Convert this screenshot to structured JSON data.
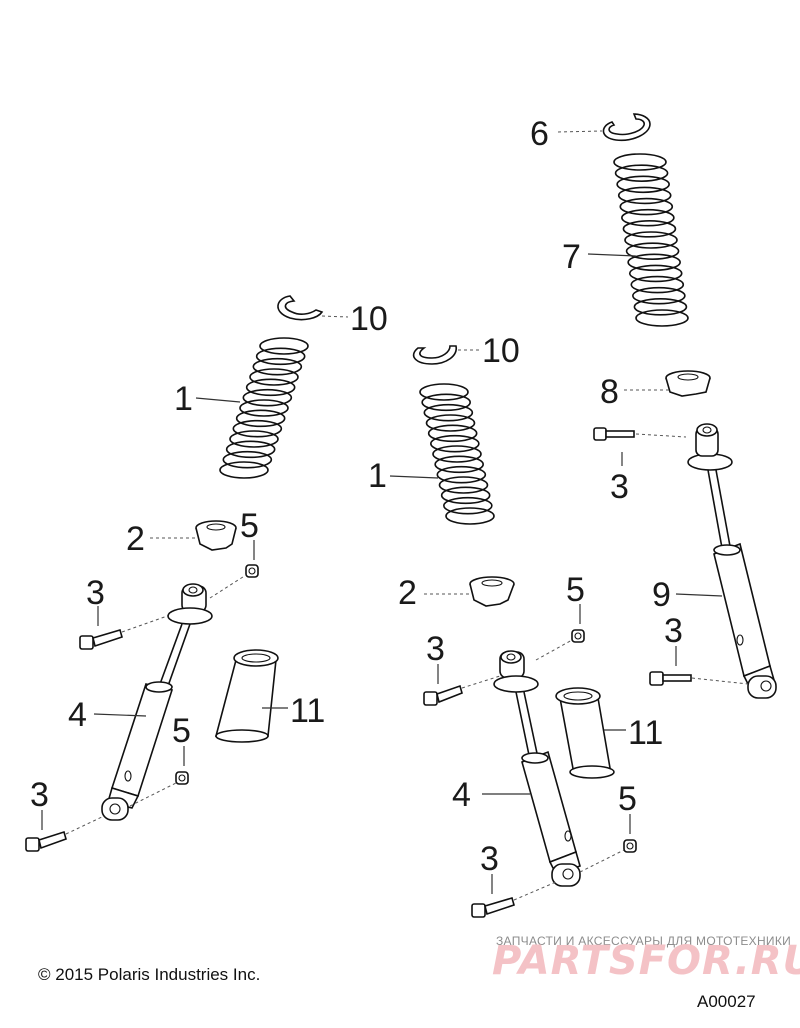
{
  "callouts": {
    "c6": "6",
    "c7": "7",
    "c10a": "10",
    "c10b": "10",
    "c1a": "1",
    "c1b": "1",
    "c8": "8",
    "c3a": "3",
    "c2a": "2",
    "c5a": "5",
    "c3b": "3",
    "c2b": "2",
    "c5b": "5",
    "c9": "9",
    "c3c": "3",
    "c3d": "3",
    "c4a": "4",
    "c11a": "11",
    "c11b": "11",
    "c5c": "5",
    "c4b": "4",
    "c5d": "5",
    "c3e": "3",
    "c3f": "3"
  },
  "footer": {
    "copyright": "© 2015 Polaris Industries Inc.",
    "figure_code": "A00027"
  },
  "watermark": {
    "tagline": "ЗАПЧАСТИ И АКСЕССУАРЫ ДЛЯ МОТОТЕХНИКИ",
    "brand": "PARTSFOR.RU"
  }
}
